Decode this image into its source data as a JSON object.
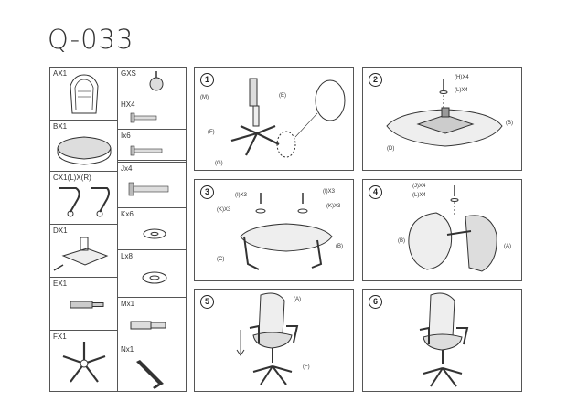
{
  "title": "Q-033",
  "parts": [
    {
      "label": "AX1"
    },
    {
      "label": "GXS"
    },
    {
      "label": "BX1"
    },
    {
      "label": "HX4"
    },
    {
      "label": "Ix6"
    },
    {
      "label": "CX1(L)X(R)"
    },
    {
      "label": "Jx4"
    },
    {
      "label": "DX1"
    },
    {
      "label": "Kx6"
    },
    {
      "label": "Lx8"
    },
    {
      "label": "EX1"
    },
    {
      "label": "Mx1"
    },
    {
      "label": "FX1"
    },
    {
      "label": "Nx1"
    }
  ],
  "steps": [
    {
      "number": "1",
      "callouts": [
        "(M)",
        "(E)",
        "(F)",
        "(G)"
      ]
    },
    {
      "number": "2",
      "callouts": [
        "(H)X4",
        "(L)X4",
        "(B)",
        "(D)"
      ]
    },
    {
      "number": "3",
      "callouts": [
        "(I)X3",
        "(I)X3",
        "(K)X3",
        "(K)X3",
        "(B)",
        "(C)"
      ]
    },
    {
      "number": "4",
      "callouts": [
        "(J)X4",
        "(L)X4",
        "(B)",
        "(A)"
      ]
    },
    {
      "number": "5",
      "callouts": [
        "(A)",
        "(F)"
      ]
    },
    {
      "number": "6",
      "callouts": []
    }
  ]
}
